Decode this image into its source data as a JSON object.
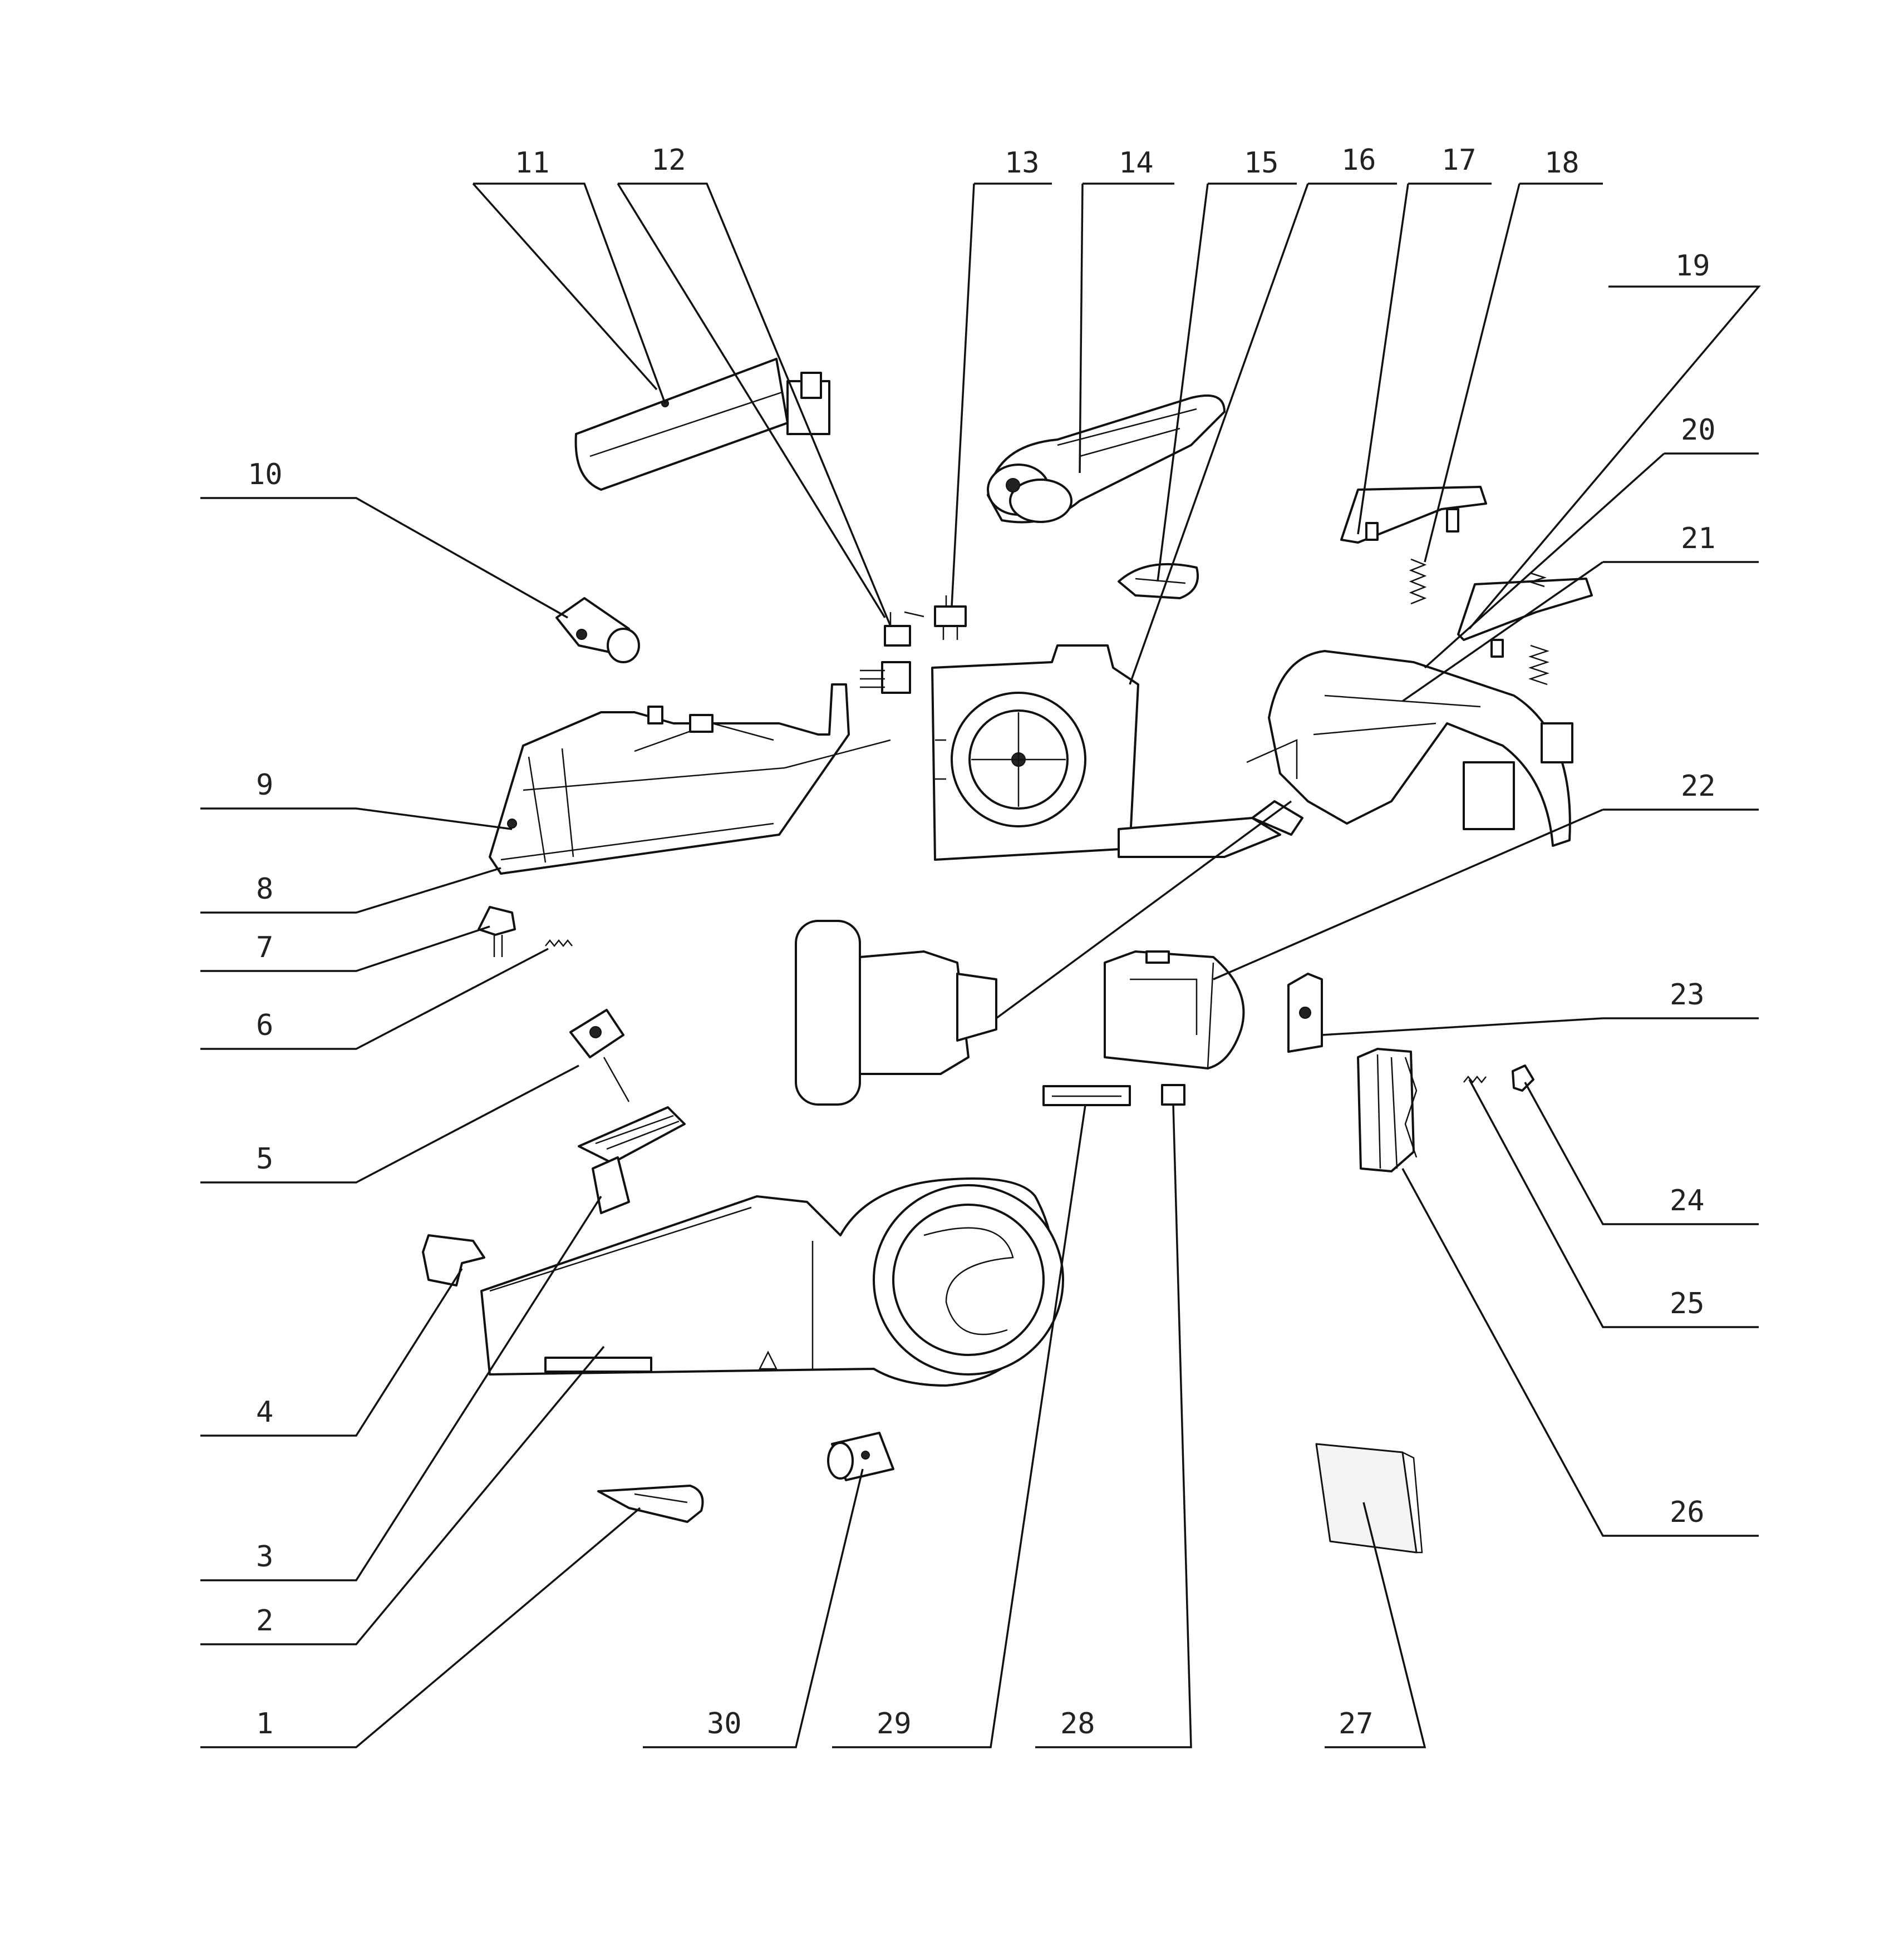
{
  "diagram": {
    "type": "exploded-parts-view",
    "callouts": [
      {
        "label": "1"
      },
      {
        "label": "2"
      },
      {
        "label": "3"
      },
      {
        "label": "4"
      },
      {
        "label": "5"
      },
      {
        "label": "6"
      },
      {
        "label": "7"
      },
      {
        "label": "8"
      },
      {
        "label": "9"
      },
      {
        "label": "10"
      },
      {
        "label": "11"
      },
      {
        "label": "12"
      },
      {
        "label": "13"
      },
      {
        "label": "14"
      },
      {
        "label": "15"
      },
      {
        "label": "16"
      },
      {
        "label": "17"
      },
      {
        "label": "18"
      },
      {
        "label": "19"
      },
      {
        "label": "20"
      },
      {
        "label": "21"
      },
      {
        "label": "22"
      },
      {
        "label": "23"
      },
      {
        "label": "24"
      },
      {
        "label": "25"
      },
      {
        "label": "26"
      },
      {
        "label": "27"
      },
      {
        "label": "28"
      },
      {
        "label": "29"
      },
      {
        "label": "30"
      }
    ]
  }
}
